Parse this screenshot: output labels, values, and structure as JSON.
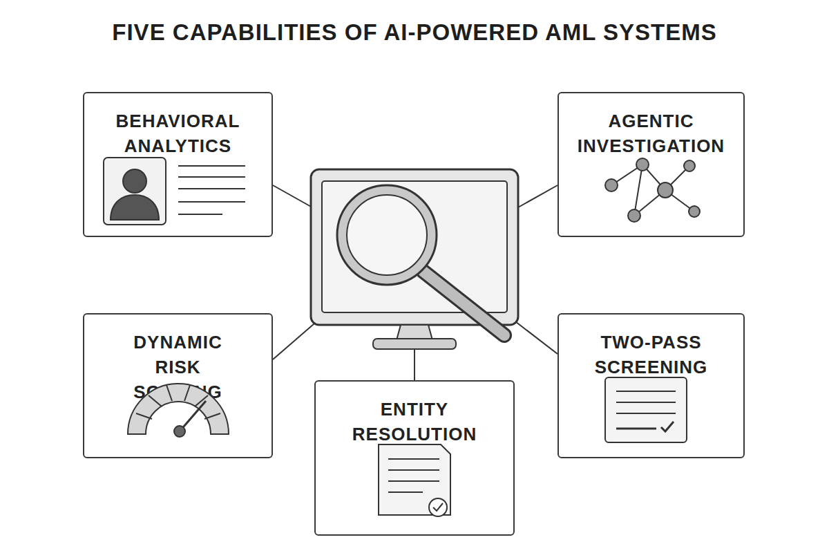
{
  "diagram": {
    "title": "FIVE CAPABILITIES OF AI-POWERED AML SYSTEMS",
    "nodes": [
      {
        "text": [
          "BEHAVIORAL ANALYTICS"
        ]
      },
      {
        "text": [
          "AGENTIC INVESTIGATION"
        ]
      },
      {
        "text": [
          "DYNAMIC RISK SCORING"
        ]
      },
      {
        "text": [
          "ENTITY RESOLUTION"
        ]
      },
      {
        "text": [
          "TWO-PASS SCREENING"
        ]
      }
    ]
  }
}
